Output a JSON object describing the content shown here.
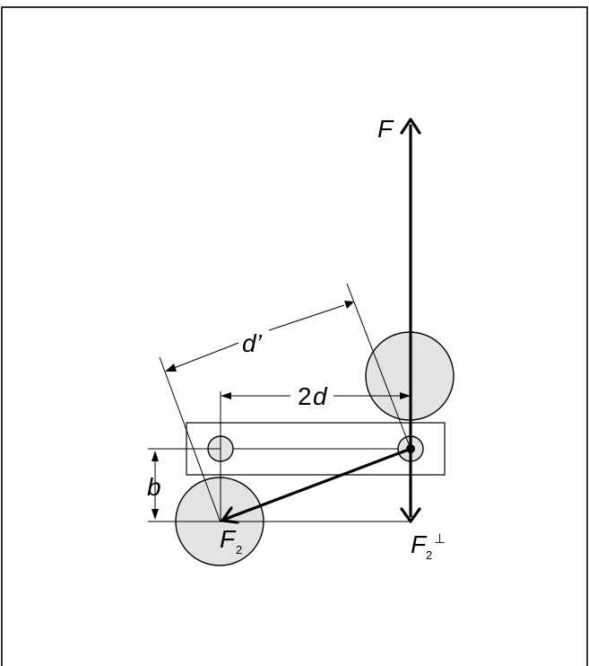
{
  "labels": {
    "force": "F",
    "arm_diagonal": "d’",
    "arm_horizontal_num": "2",
    "arm_horizontal_var": "d",
    "offset": "b",
    "force2_main": "F",
    "force2_sub": "2",
    "force2perp_main": "F",
    "force2perp_sub": "2",
    "force2perp_sup": "⊥"
  }
}
